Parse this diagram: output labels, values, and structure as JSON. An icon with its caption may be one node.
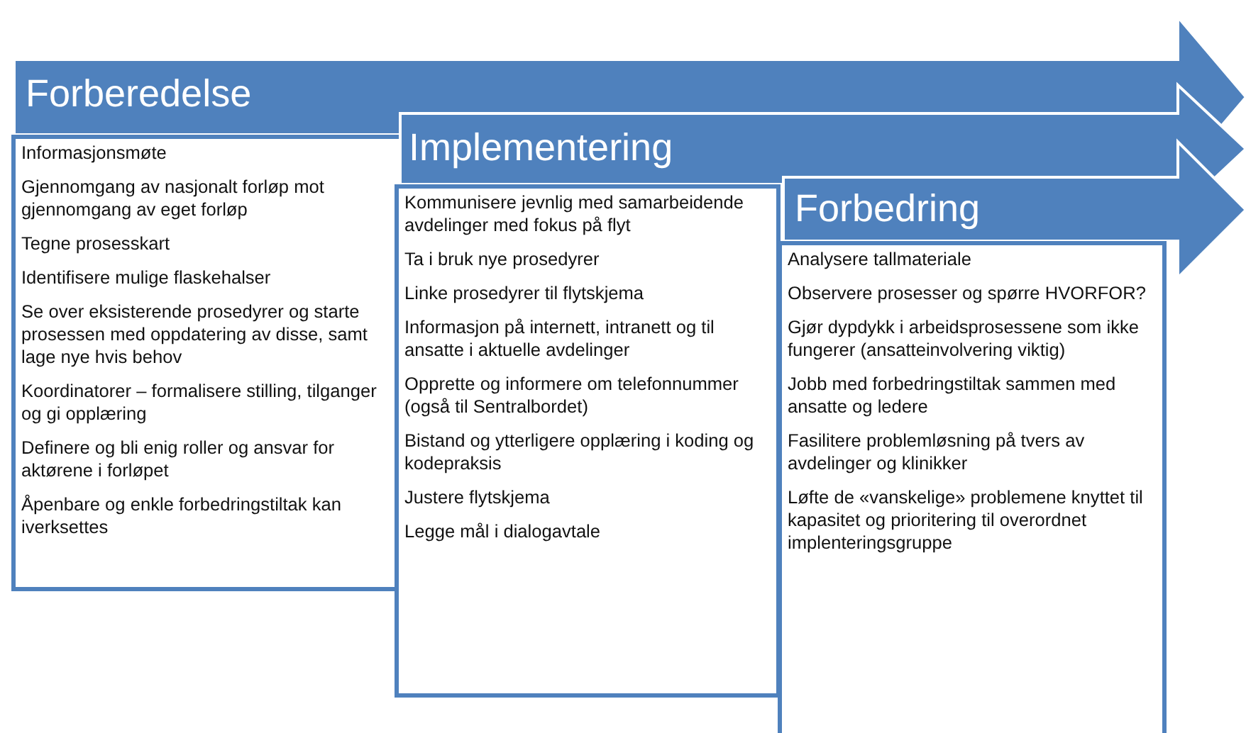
{
  "diagram": {
    "nodes": [
      {
        "text": [
          "Forberedelse",
          "Informasjonsmøte",
          "Gjennomgang av nasjonalt forløp mot gjennomgang av eget forløp",
          "Tegne prosesskart",
          "Identifisere mulige flaskehalser",
          "Se over eksisterende prosedyrer og starte prosessen med oppdatering av disse, samt lage nye hvis behov",
          "Koordinatorer – formalisere stilling, tilganger og gi opplæring",
          "Definere  og bli enig roller og ansvar for aktørene i forløpet",
          "Åpenbare og enkle forbedringstiltak kan iverksettes"
        ]
      },
      {
        "text": [
          "Implementering",
          "Kommunisere jevnlig med samarbeidende avdelinger med fokus på flyt",
          "Ta i bruk nye prosedyrer",
          "Linke prosedyrer til flytskjema",
          "Informasjon på internett, intranett og til ansatte i aktuelle avdelinger",
          "Opprette og informere om telefonnummer (også til Sentralbordet)",
          "Bistand og ytterligere opplæring i koding og kodepraksis",
          "Justere flytskjema",
          "Legge mål i dialogavtale"
        ]
      },
      {
        "text": [
          "Forbedring",
          "Analysere tallmateriale",
          "Observere prosesser og spørre HVORFOR?",
          "Gjør dypdykk i arbeidsprosessene som ikke fungerer (ansatteinvolvering viktig)",
          "Jobb med forbedringstiltak sammen med ansatte og ledere",
          "Fasilitere problemløsning på tvers av avdelinger og klinikker",
          "Løfte de «vanskelige» problemene knyttet til kapasitet og prioritering til overordnet implenteringsgruppe"
        ]
      }
    ],
    "edges": []
  }
}
